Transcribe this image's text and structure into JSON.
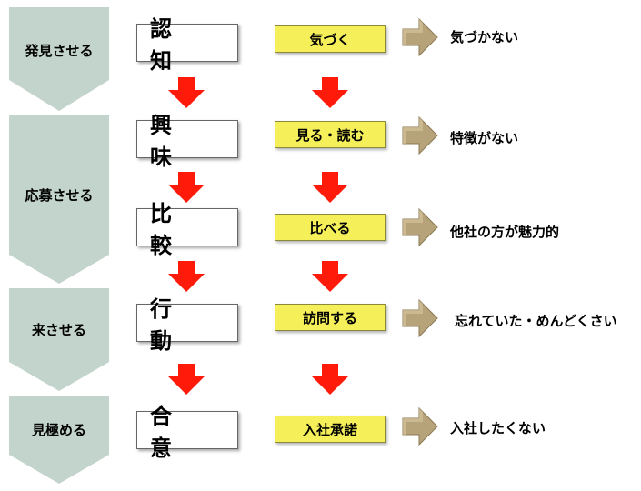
{
  "stages": [
    {
      "label": "発見させる"
    },
    {
      "label": "応募させる"
    },
    {
      "label": "来させる"
    },
    {
      "label": "見極める"
    }
  ],
  "steps": [
    {
      "step": "認 知",
      "action": "気づく",
      "barrier": "気づかない"
    },
    {
      "step": "興 味",
      "action": "見る・読む",
      "barrier": "特徴がない"
    },
    {
      "step": "比 較",
      "action": "比べる",
      "barrier": "他社の方が魅力的"
    },
    {
      "step": "行 動",
      "action": "訪問する",
      "barrier": "忘れていた・めんどくさい"
    },
    {
      "step": "合 意",
      "action": "入社承諾",
      "barrier": "入社したくない"
    }
  ],
  "colors": {
    "stage_fill": "#c3d4cc",
    "flow_arrow": "#ff1a0a",
    "action_fill": "#f5f05a",
    "barrier_arrow": "#b6a37a"
  }
}
